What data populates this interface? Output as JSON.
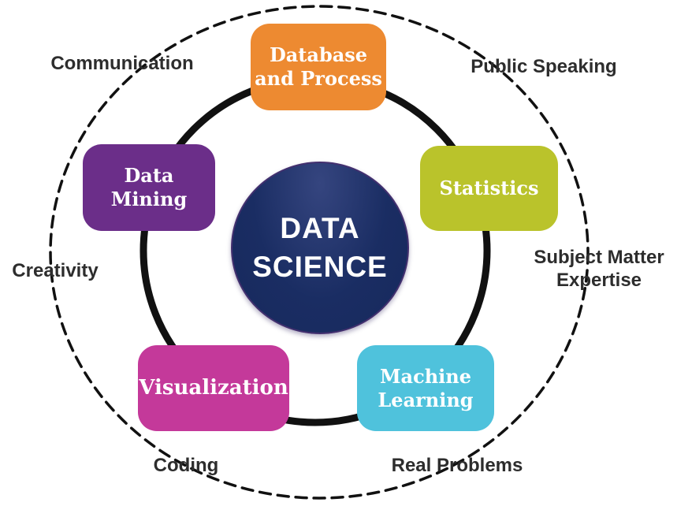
{
  "center": {
    "label": "DATA\nSCIENCE",
    "fill_color": "#1a2d63",
    "border_color": "#43306f",
    "text_color": "#ffffff"
  },
  "nodes": [
    {
      "id": "database-and-process",
      "label": "Database\nand Process",
      "color": "#ed8a31",
      "position": "top"
    },
    {
      "id": "data-mining",
      "label": "Data\nMining",
      "color": "#6b2e89",
      "position": "upper-left"
    },
    {
      "id": "statistics",
      "label": "Statistics",
      "color": "#bac32b",
      "position": "upper-right"
    },
    {
      "id": "visualization",
      "label": "Visualization",
      "color": "#c4399a",
      "position": "lower-left"
    },
    {
      "id": "machine-learning",
      "label": "Machine\nLearning",
      "color": "#4fc2dc",
      "position": "lower-right"
    }
  ],
  "outer_labels": [
    {
      "id": "communication",
      "label": "Communication",
      "position": "top-left"
    },
    {
      "id": "public-speaking",
      "label": "Public Speaking",
      "position": "top-right"
    },
    {
      "id": "creativity",
      "label": "Creativity",
      "position": "left"
    },
    {
      "id": "subject-matter-expertise",
      "label": "Subject Matter\nExpertise",
      "position": "right"
    },
    {
      "id": "coding",
      "label": "Coding",
      "position": "bottom-left"
    },
    {
      "id": "real-problems",
      "label": "Real Problems",
      "position": "bottom-right"
    }
  ],
  "rings": {
    "inner_ring_style": "solid",
    "inner_ring_color": "#111111",
    "outer_ring_style": "dashed",
    "outer_ring_color": "#111111"
  },
  "outer_label_text_color": "#2d2d2d"
}
